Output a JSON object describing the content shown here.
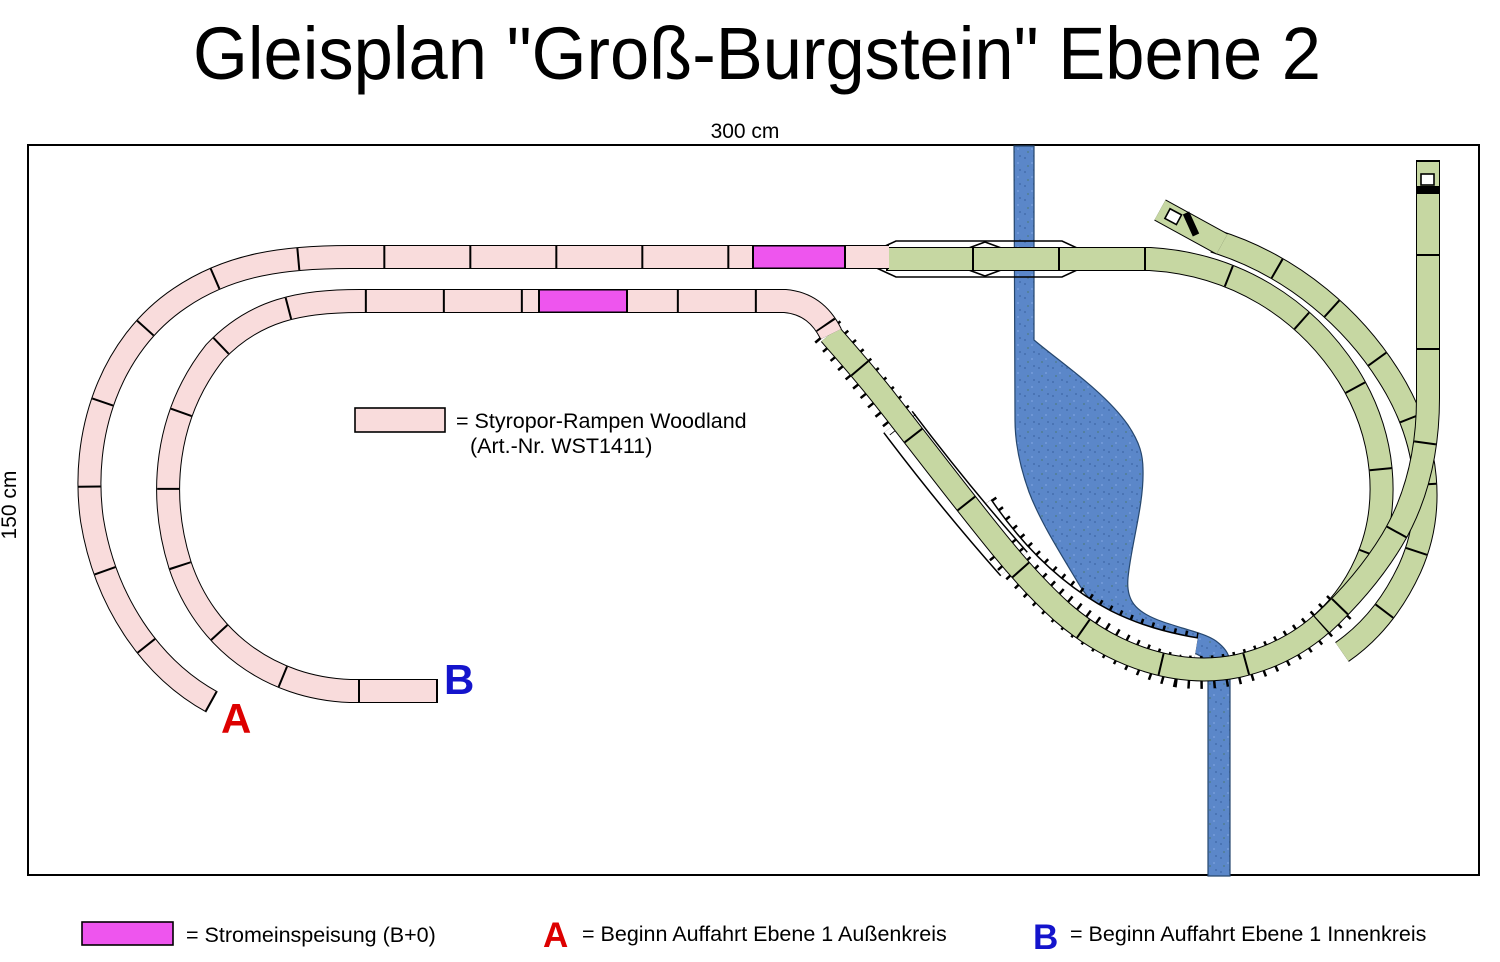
{
  "title": "Gleisplan \"Groß-Burgstein\" Ebene 2",
  "dimensions": {
    "width_label": "300 cm",
    "height_label": "150 cm"
  },
  "plan_legend": {
    "ramp_line1": "= Styropor-Rampen Woodland",
    "ramp_line2": "(Art.-Nr. WST1411)"
  },
  "markers": {
    "a": "A",
    "b": "B"
  },
  "bottom_legend": {
    "power_label": "= Stromeinspeisung (B+0)",
    "a_letter": "A",
    "a_label": "= Beginn Auffahrt Ebene 1 Außenkreis",
    "b_letter": "B",
    "b_label": "= Beginn Auffahrt Ebene 1 Innenkreis"
  },
  "colors": {
    "ramp_pink": "#f9dcdc",
    "track_green": "#c6d7a2",
    "power_magenta": "#ee55ee",
    "river_blue": "#5b87c9",
    "marker_red": "#dd0000",
    "marker_blue": "#1414cc"
  }
}
